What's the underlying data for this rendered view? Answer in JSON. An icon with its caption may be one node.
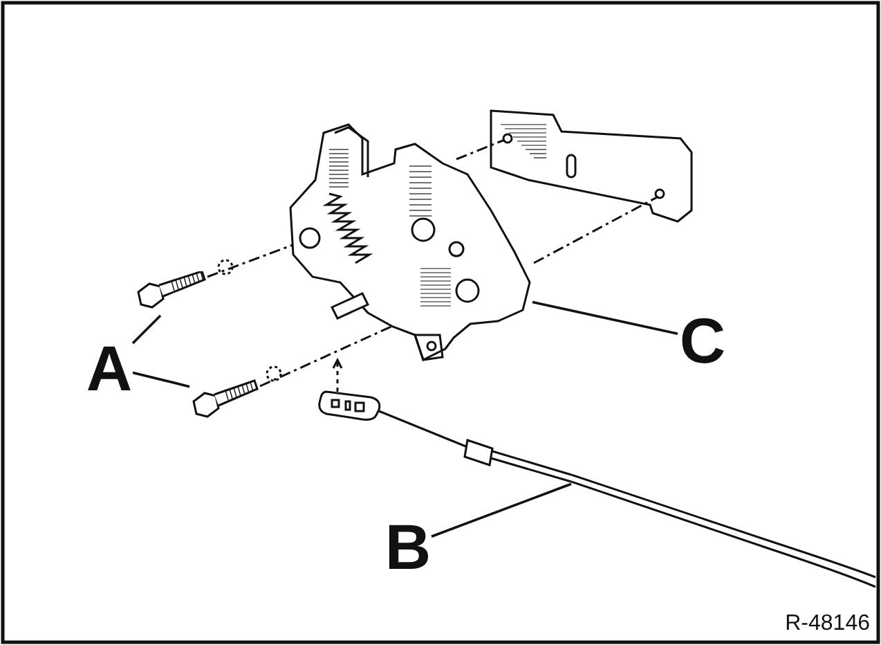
{
  "diagram": {
    "nodes": [
      {
        "text": [
          "A"
        ]
      },
      {
        "text": [],
        "shape": "picture"
      },
      {
        "text": [],
        "shape": "picture"
      },
      {
        "text": [
          "C"
        ]
      },
      {
        "text": [],
        "shape": "picture"
      },
      {
        "text": [
          "B"
        ]
      },
      {
        "text": [],
        "shape": "picture"
      }
    ],
    "edges": [
      {
        "from": 0,
        "to": 1,
        "arrow": "none"
      },
      {
        "from": 0,
        "to": 2,
        "arrow": "none"
      },
      {
        "from": 3,
        "to": 4,
        "arrow": "none"
      },
      {
        "from": 5,
        "to": 6,
        "arrow": "none"
      }
    ],
    "labels": [
      "R-48146"
    ]
  }
}
